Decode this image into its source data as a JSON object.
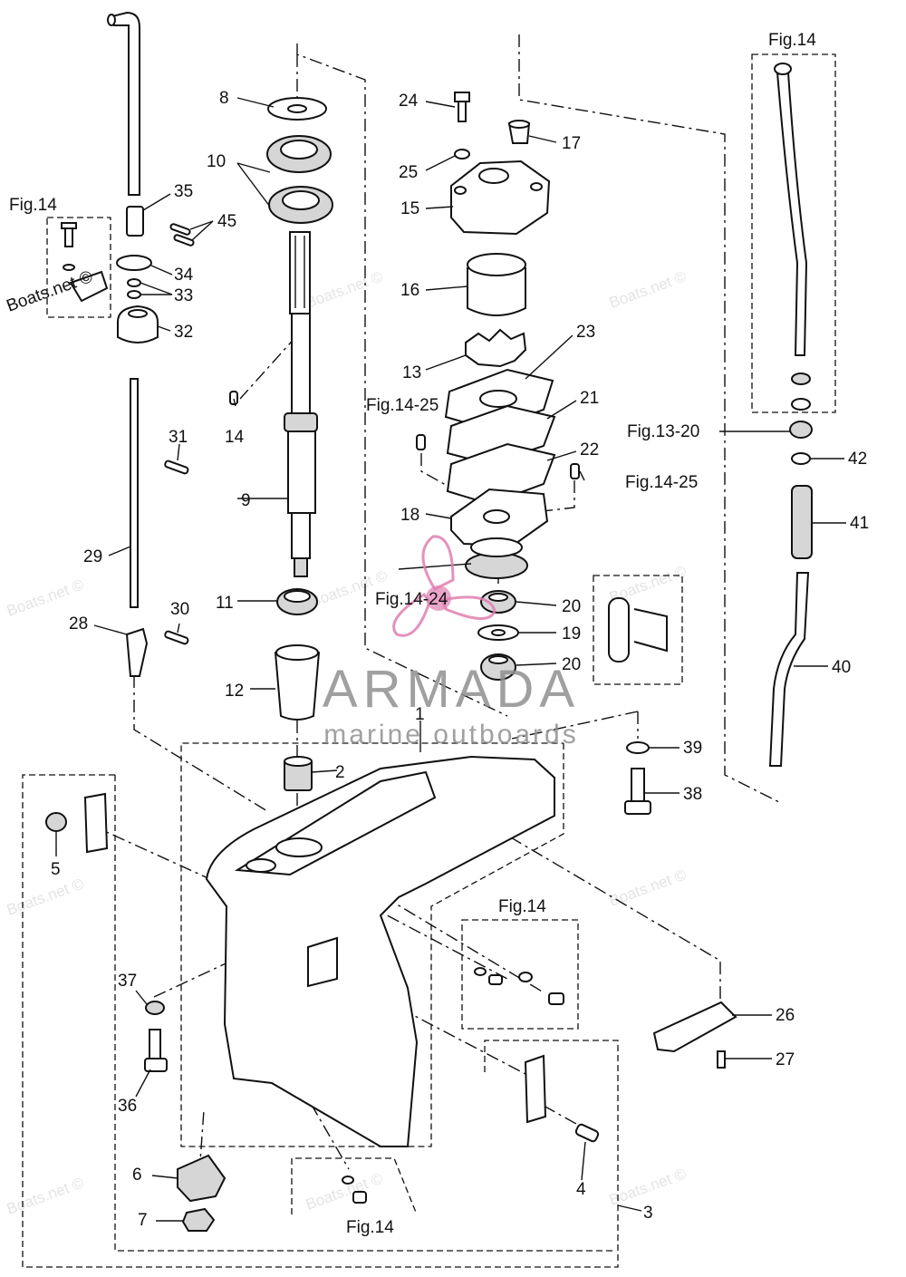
{
  "labels": [
    {
      "id": "p1",
      "text": "1"
    },
    {
      "id": "p2",
      "text": "2"
    },
    {
      "id": "p3",
      "text": "3"
    },
    {
      "id": "p4",
      "text": "4"
    },
    {
      "id": "p5",
      "text": "5"
    },
    {
      "id": "p6",
      "text": "6"
    },
    {
      "id": "p7",
      "text": "7"
    },
    {
      "id": "p8",
      "text": "8"
    },
    {
      "id": "p9",
      "text": "9"
    },
    {
      "id": "p10",
      "text": "10"
    },
    {
      "id": "p11",
      "text": "11"
    },
    {
      "id": "p12",
      "text": "12"
    },
    {
      "id": "p13",
      "text": "13"
    },
    {
      "id": "p14",
      "text": "14"
    },
    {
      "id": "p15",
      "text": "15"
    },
    {
      "id": "p16",
      "text": "16"
    },
    {
      "id": "p17",
      "text": "17"
    },
    {
      "id": "p18",
      "text": "18"
    },
    {
      "id": "p19",
      "text": "19"
    },
    {
      "id": "p20a",
      "text": "20"
    },
    {
      "id": "p20b",
      "text": "20"
    },
    {
      "id": "p21",
      "text": "21"
    },
    {
      "id": "p22",
      "text": "22"
    },
    {
      "id": "p23",
      "text": "23"
    },
    {
      "id": "p24",
      "text": "24"
    },
    {
      "id": "p25",
      "text": "25"
    },
    {
      "id": "p26",
      "text": "26"
    },
    {
      "id": "p27",
      "text": "27"
    },
    {
      "id": "p28",
      "text": "28"
    },
    {
      "id": "p29",
      "text": "29"
    },
    {
      "id": "p30",
      "text": "30"
    },
    {
      "id": "p31",
      "text": "31"
    },
    {
      "id": "p32",
      "text": "32"
    },
    {
      "id": "p33",
      "text": "33"
    },
    {
      "id": "p34",
      "text": "34"
    },
    {
      "id": "p35",
      "text": "35"
    },
    {
      "id": "p36",
      "text": "36"
    },
    {
      "id": "p37",
      "text": "37"
    },
    {
      "id": "p38",
      "text": "38"
    },
    {
      "id": "p39",
      "text": "39"
    },
    {
      "id": "p40",
      "text": "40"
    },
    {
      "id": "p41",
      "text": "41"
    },
    {
      "id": "p42",
      "text": "42"
    },
    {
      "id": "p45",
      "text": "45"
    }
  ],
  "figure_refs": [
    {
      "id": "f1",
      "text": "Fig.14"
    },
    {
      "id": "f2",
      "text": "Fig.14"
    },
    {
      "id": "f3",
      "text": "Fig.14-25"
    },
    {
      "id": "f4",
      "text": "Fig.14-25"
    },
    {
      "id": "f5",
      "text": "Fig.13-20"
    },
    {
      "id": "f6",
      "text": "Fig.14-24"
    },
    {
      "id": "f7",
      "text": "Fig.14"
    },
    {
      "id": "f8",
      "text": "Fig.14"
    }
  ],
  "watermark": {
    "text": "Boats.net ©",
    "brand_name": "ARMADA",
    "brand_tagline": "marine outboards",
    "brand_color": "#e07fb0"
  }
}
